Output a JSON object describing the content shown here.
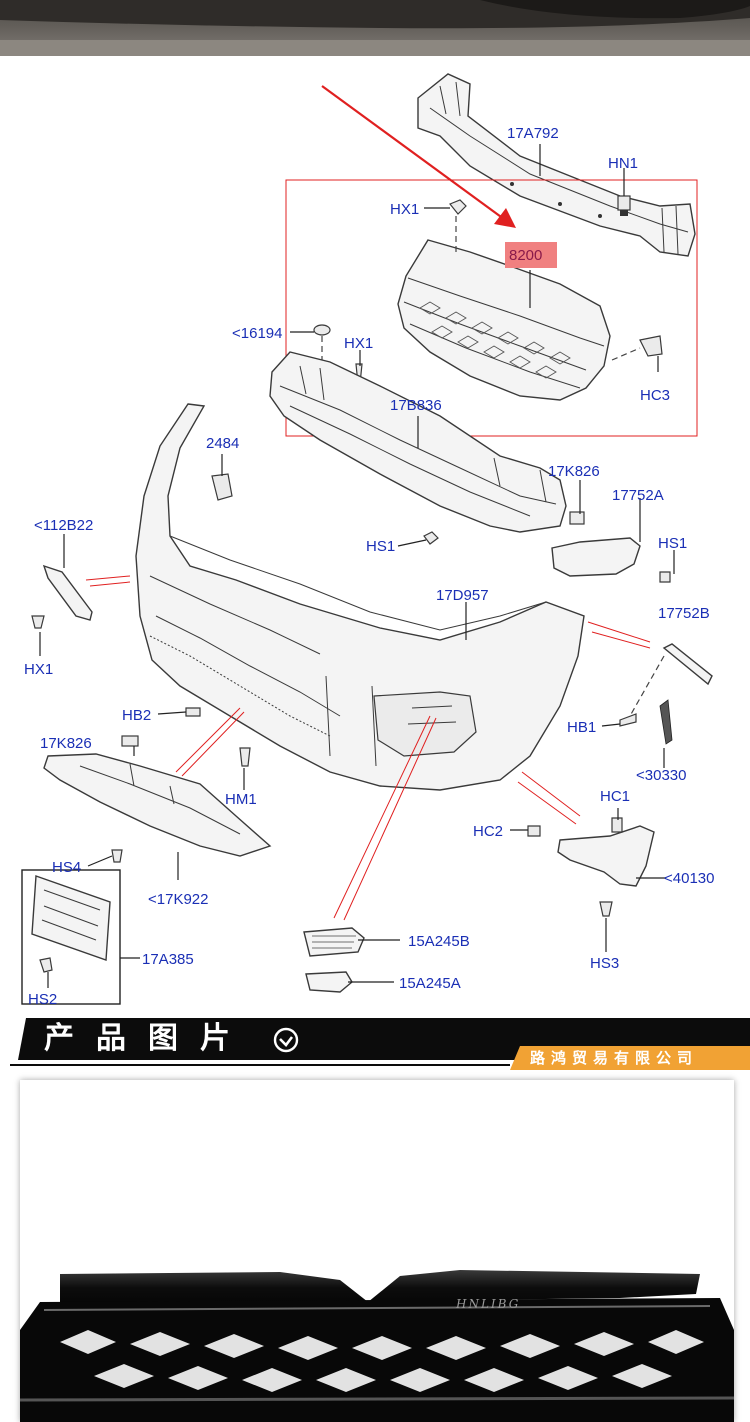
{
  "diagram": {
    "labels": {
      "p17a792": "17A792",
      "hn1": "HN1",
      "hx1_top": "HX1",
      "p8200": "8200",
      "p16194": "<16194",
      "hx1_mid": "HX1",
      "hc3": "HC3",
      "p17b836": "17B836",
      "p2484": "2484",
      "p17k826_right": "17K826",
      "p17752a": "17752A",
      "p112b22": "<112B22",
      "hs1_left": "HS1",
      "hs1_right": "HS1",
      "p17d957": "17D957",
      "p17752b": "17752B",
      "hx1_bottom": "HX1",
      "hb2": "HB2",
      "hb1": "HB1",
      "p17k826_left": "17K826",
      "p30330": "<30330",
      "hm1": "HM1",
      "hc1": "HC1",
      "hc2": "HC2",
      "p40130": "<40130",
      "hs4": "HS4",
      "p17k922": "<17K922",
      "p17a385": "17A385",
      "p15a245b": "15A245B",
      "p15a245a": "15A245A",
      "hs3": "HS3",
      "hs2": "HS2"
    },
    "colors": {
      "label": "#1a2fb5",
      "highlight_box": "#e02020",
      "highlight_fill": "#f08080"
    }
  },
  "banner": {
    "title": "产品图片",
    "check_icon": "check-circle-icon",
    "company": "路鸿贸易有限公司",
    "colors": {
      "bar": "#0c0c0c",
      "company_bg": "#f1a234"
    }
  },
  "photo": {
    "brand_mark": "HNLIBG"
  }
}
